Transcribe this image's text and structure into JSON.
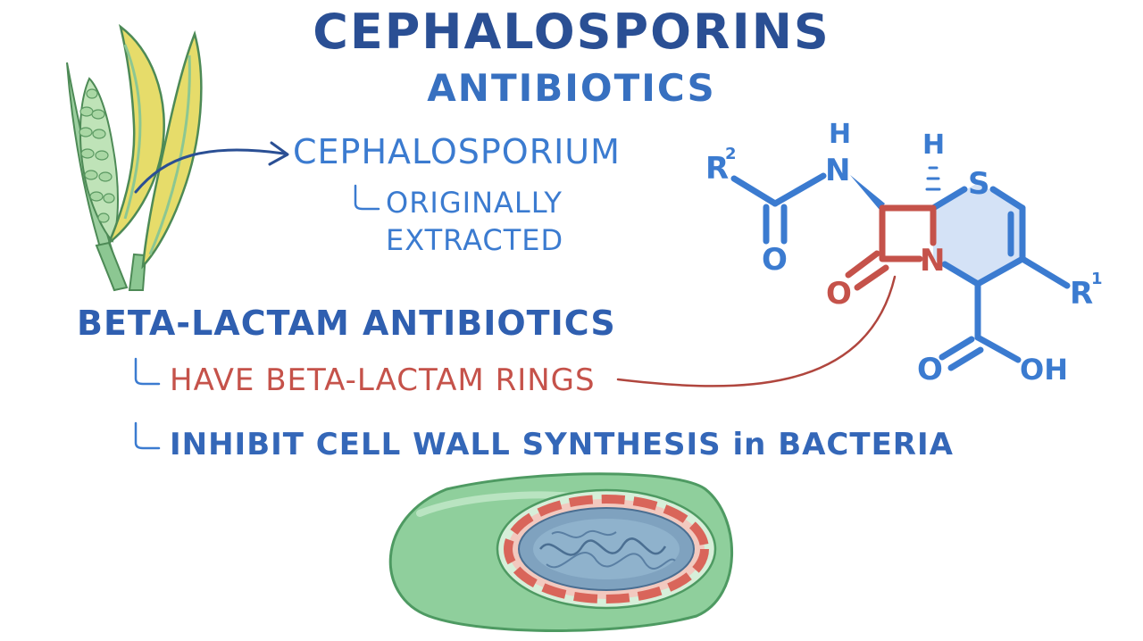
{
  "title": "CEPHALOSPORINS",
  "subtitle": "ANTIBIOTICS",
  "source": {
    "genus": "CEPHALOSPORIUM",
    "note_line1": "ORIGINALLY",
    "note_line2": "EXTRACTED"
  },
  "class": {
    "heading": "BETA-LACTAM ANTIBIOTICS",
    "points": [
      "HAVE BETA-LACTAM RINGS",
      "INHIBIT CELL WALL SYNTHESIS in BACTERIA"
    ]
  },
  "structure": {
    "atoms": {
      "r2": "R",
      "r2_sup": "2",
      "amide_h": "H",
      "amide_n": "N",
      "amide_o": "O",
      "stereo_h": "H",
      "sulfur": "S",
      "ring_n": "N",
      "lactam_o": "O",
      "r1": "R",
      "r1_sup": "1",
      "acid_o": "O",
      "acid_oh": "OH"
    }
  },
  "colors": {
    "title": "#2a4f94",
    "blue": "#3b7bd0",
    "red": "#c5524a",
    "ring_fill": "#d4e2f6",
    "plant_green": "#7fb685",
    "plant_yellow": "#e6dc6a",
    "bacteria_green": "#8fcf9c",
    "bacteria_red": "#d9655a",
    "cytoplasm": "#7fa2bf"
  }
}
